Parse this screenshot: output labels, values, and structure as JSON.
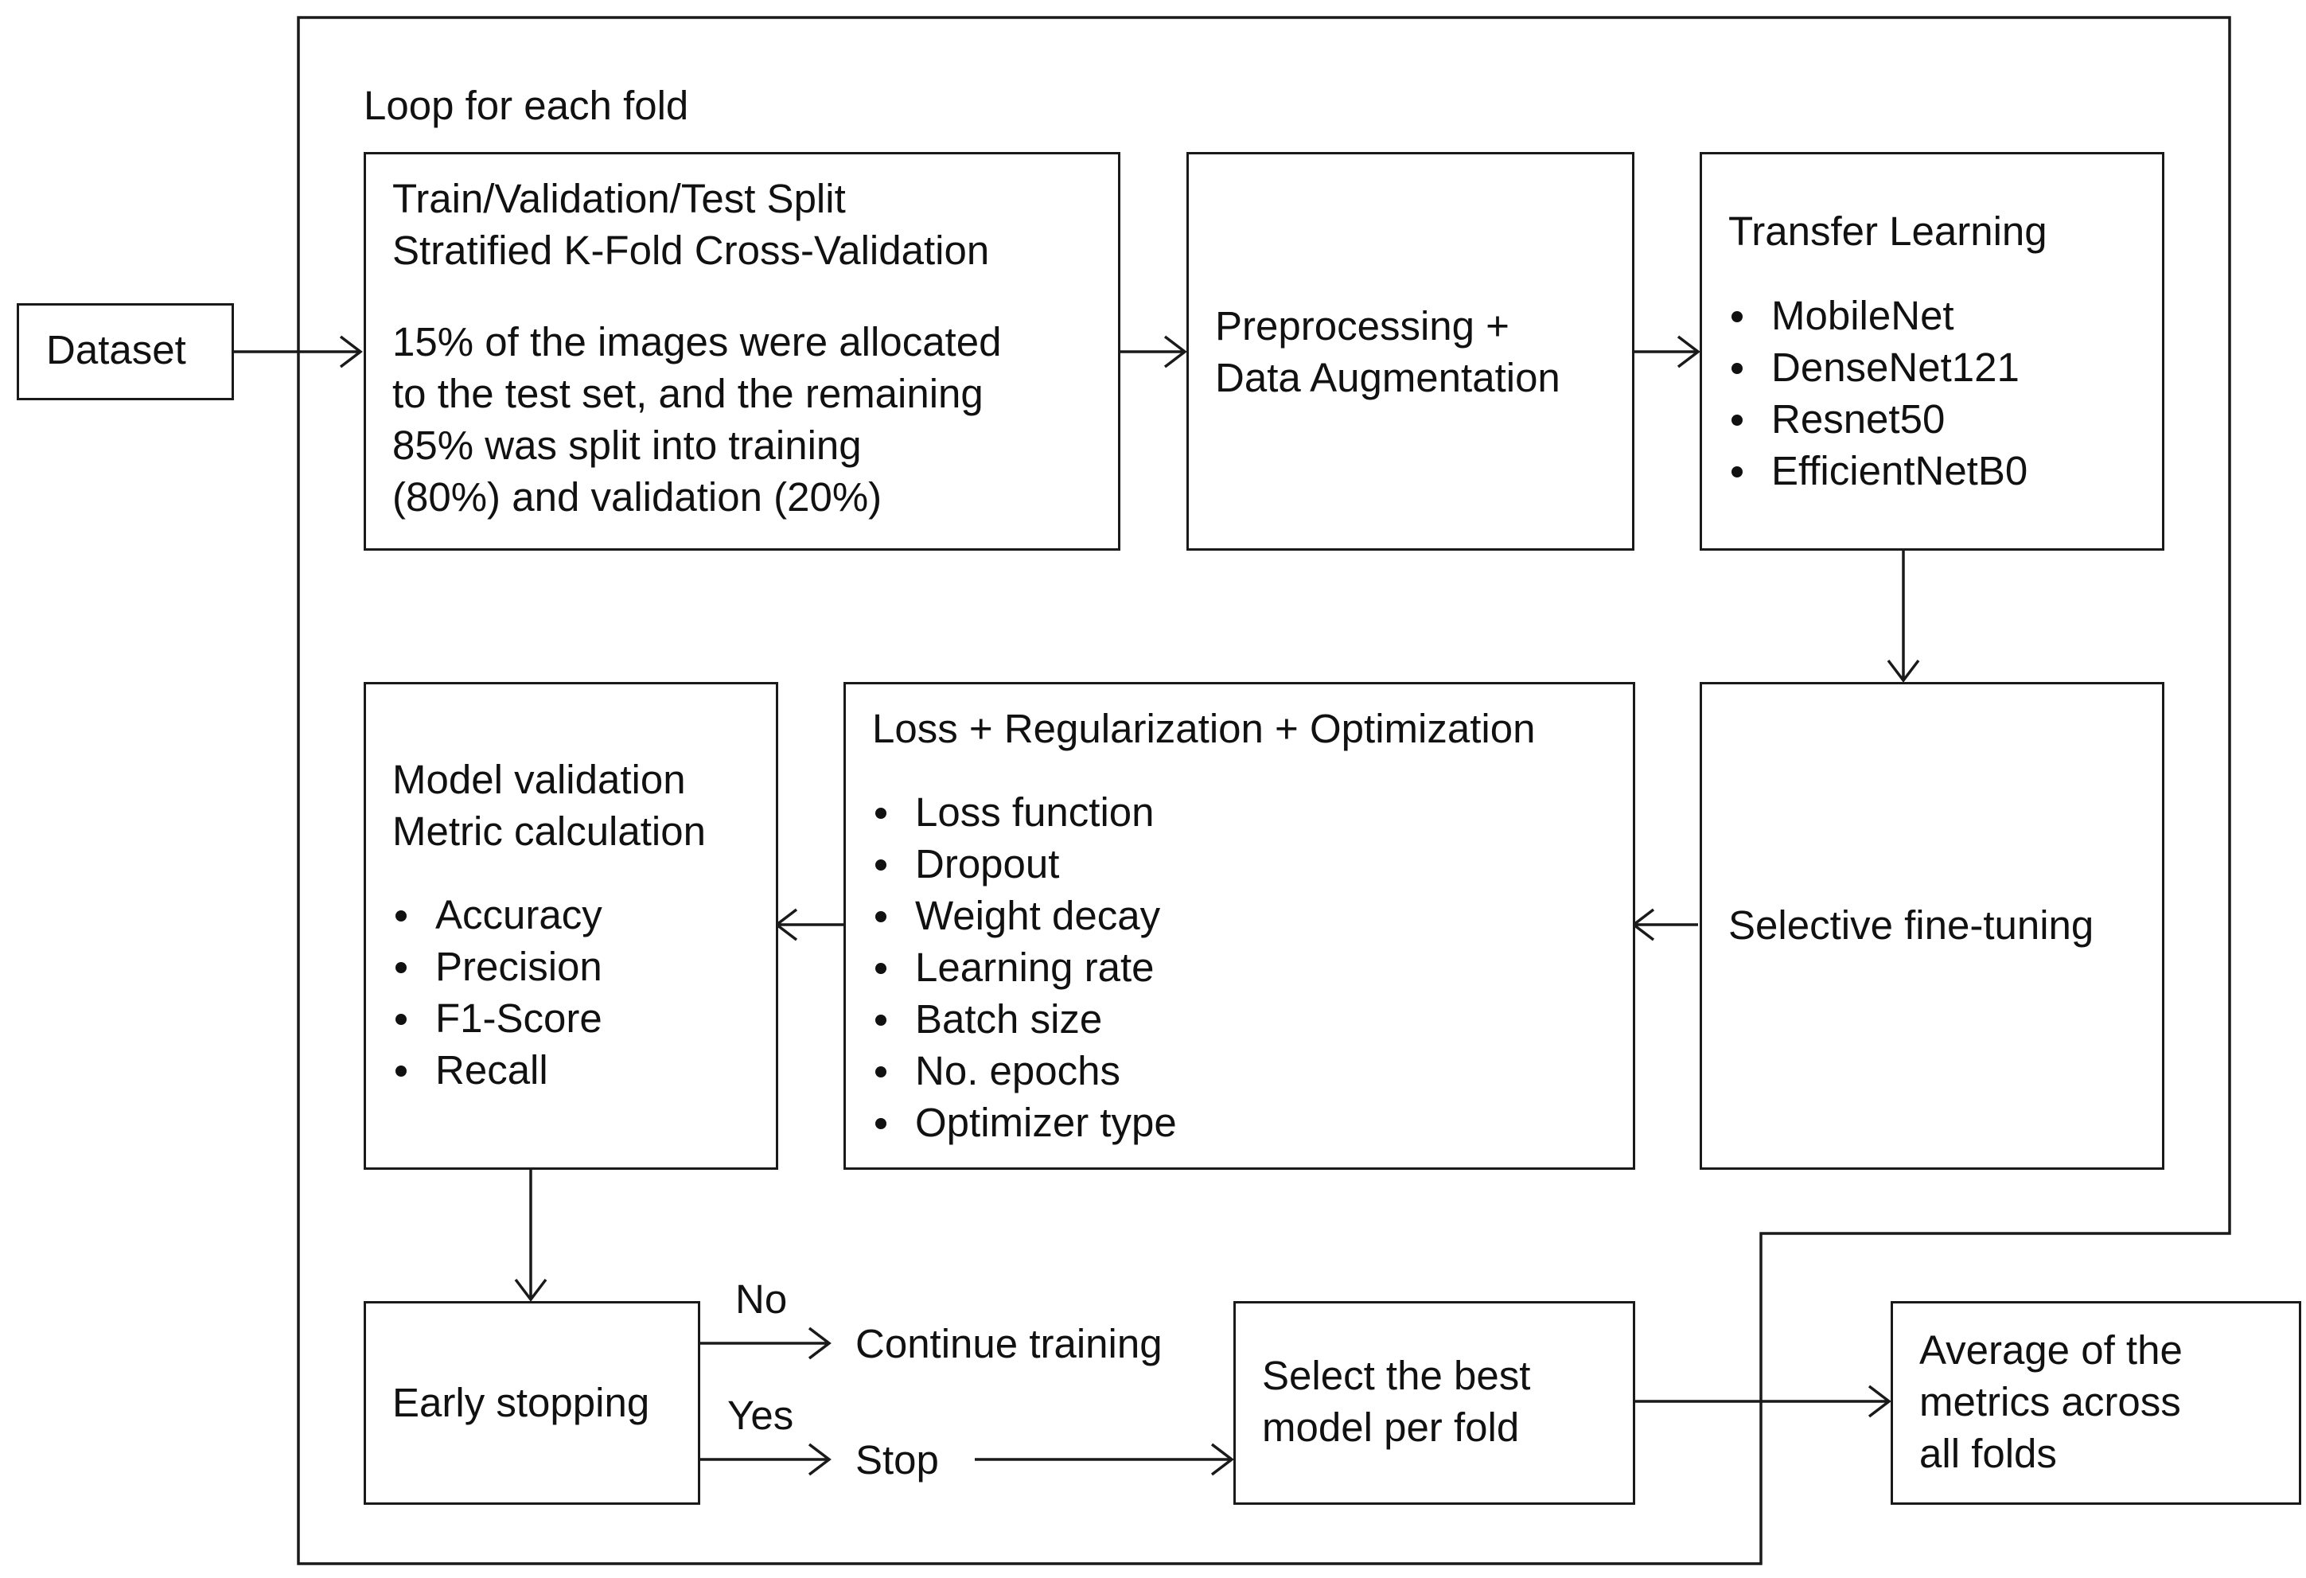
{
  "loop_label": "Loop for each fold",
  "dataset": {
    "label": "Dataset"
  },
  "split": {
    "title_lines": [
      "Train/Validation/Test Split",
      "Stratified K-Fold Cross-Validation"
    ],
    "description_lines": [
      "15% of the images were allocated",
      "to the test set, and the remaining",
      "85% was split into training",
      "(80%) and validation (20%)"
    ]
  },
  "preprocessing": {
    "lines": [
      "Preprocessing +",
      "Data Augmentation"
    ]
  },
  "transfer_learning": {
    "title": "Transfer Learning",
    "items": [
      "MobileNet",
      "DenseNet121",
      "Resnet50",
      "EfficientNetB0"
    ]
  },
  "fine_tuning": {
    "label": "Selective fine-tuning"
  },
  "loss_reg_opt": {
    "title": "Loss + Regularization + Optimization",
    "items": [
      "Loss function",
      "Dropout",
      "Weight decay",
      "Learning rate",
      "Batch size",
      "No. epochs",
      "Optimizer type"
    ]
  },
  "model_validation": {
    "title_lines": [
      "Model validation",
      "Metric calculation"
    ],
    "items": [
      "Accuracy",
      "Precision",
      "F1-Score",
      "Recall"
    ]
  },
  "early_stopping": {
    "label": "Early stopping"
  },
  "branches": {
    "no_label": "No",
    "yes_label": "Yes",
    "continue_label": "Continue training",
    "stop_label": "Stop"
  },
  "select_best": {
    "lines": [
      "Select the best",
      "model per fold"
    ]
  },
  "average": {
    "lines": [
      "Average of the",
      "metrics across",
      "all folds"
    ]
  }
}
